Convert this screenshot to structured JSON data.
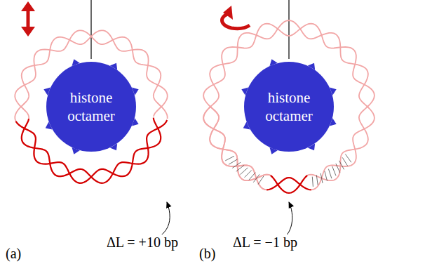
{
  "diagram": {
    "nodes": [
      {
        "text": [
          "histone octamer"
        ]
      },
      {
        "text": [
          "histone octamer"
        ]
      }
    ],
    "labels": [
      "(a)",
      "ΔL = +10 bp",
      "(b)",
      "ΔL = −1 bp"
    ]
  }
}
